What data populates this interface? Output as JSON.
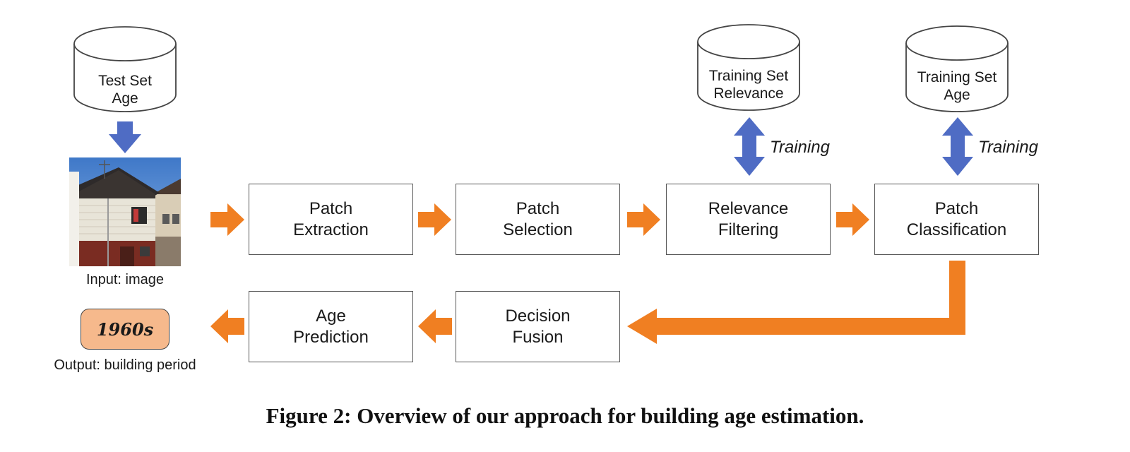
{
  "colors": {
    "orange": "#F07F22",
    "blue": "#4F6CC4",
    "badge_fill": "#F6B98C"
  },
  "databases": {
    "test_set_age": "Test Set\nAge",
    "training_set_relevance": "Training Set\nRelevance",
    "training_set_age": "Training Set\nAge"
  },
  "labels": {
    "training_1": "Training",
    "training_2": "Training",
    "input_caption": "Input: image",
    "output_caption": "Output: building period",
    "output_value": "1960s"
  },
  "steps": {
    "patch_extraction": "Patch\nExtraction",
    "patch_selection": "Patch\nSelection",
    "relevance_filtering": "Relevance\nFiltering",
    "patch_classification": "Patch\nClassification",
    "decision_fusion": "Decision\nFusion",
    "age_prediction": "Age\nPrediction"
  },
  "figure_caption": "Figure 2: Overview of our approach for building age estimation."
}
